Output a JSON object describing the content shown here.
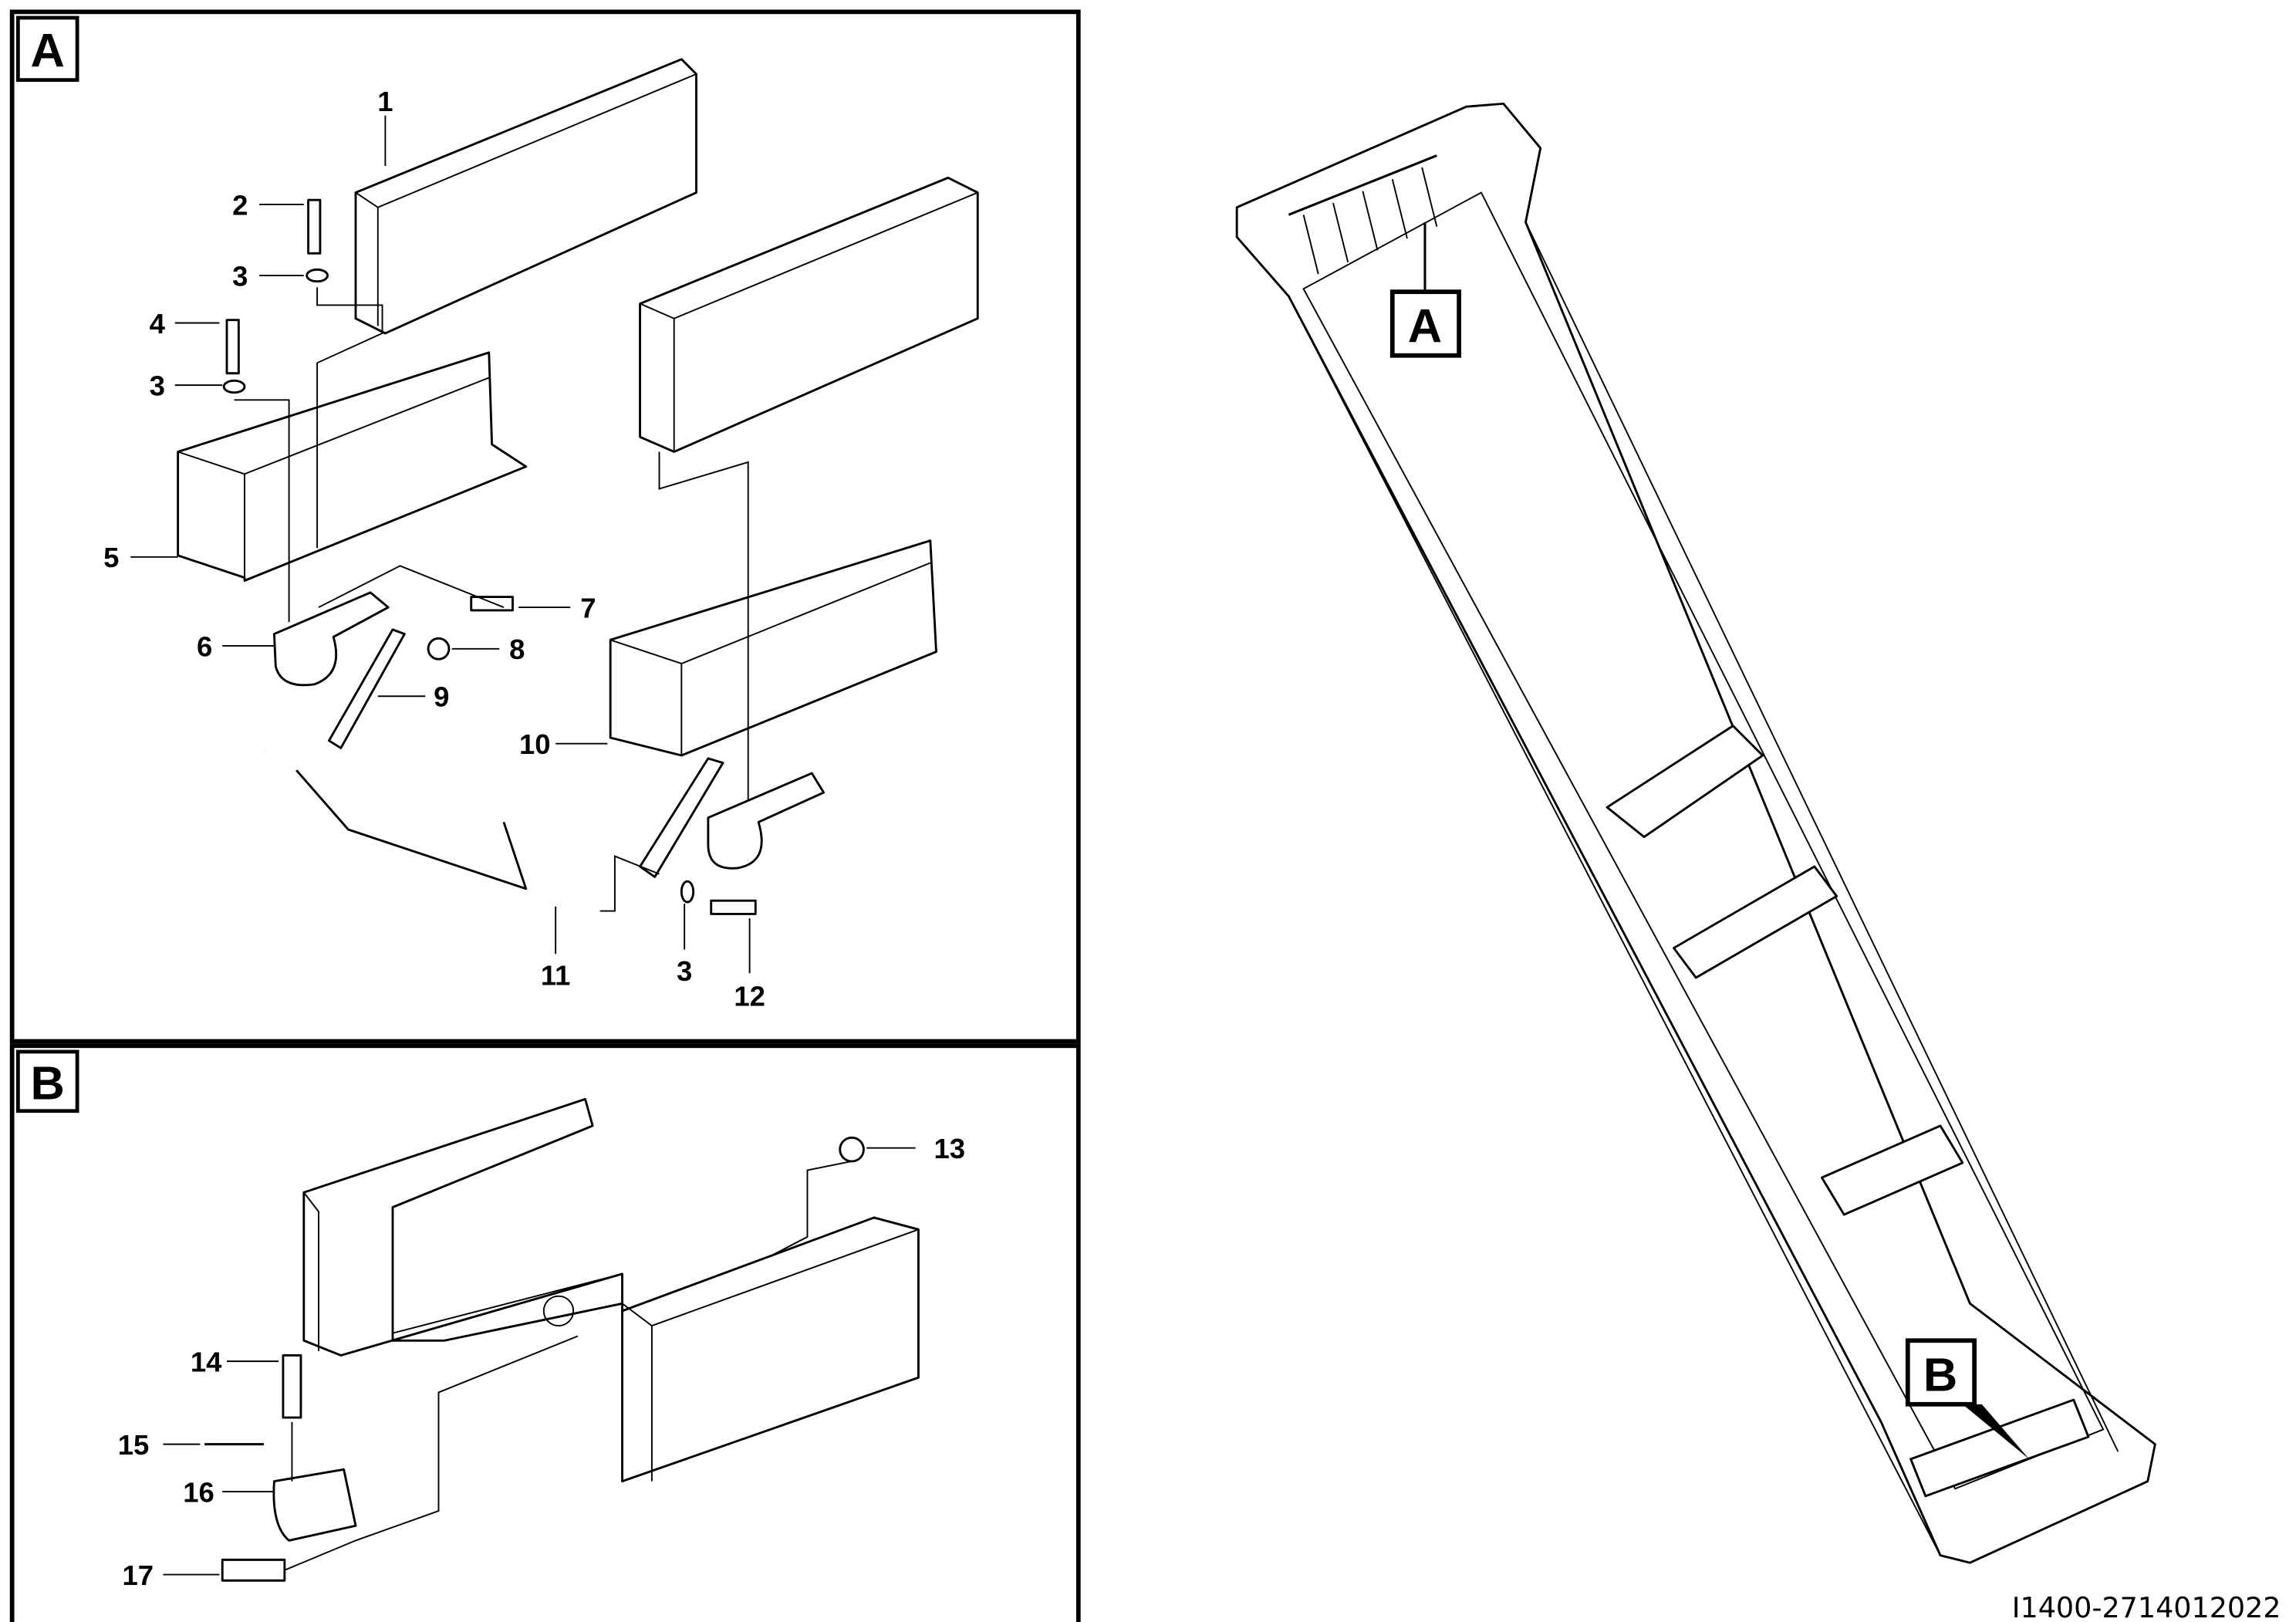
{
  "panels": [
    {
      "label": "A",
      "callouts": [
        "1",
        "2",
        "3",
        "4",
        "3",
        "5",
        "6",
        "7",
        "8",
        "9",
        "10",
        "11",
        "3",
        "12"
      ]
    },
    {
      "label": "B",
      "callouts": [
        "13",
        "14",
        "15",
        "16",
        "17"
      ]
    }
  ],
  "overview": {
    "marker_a": "A",
    "marker_b": "B"
  },
  "image_id": "I1400-2714012022"
}
